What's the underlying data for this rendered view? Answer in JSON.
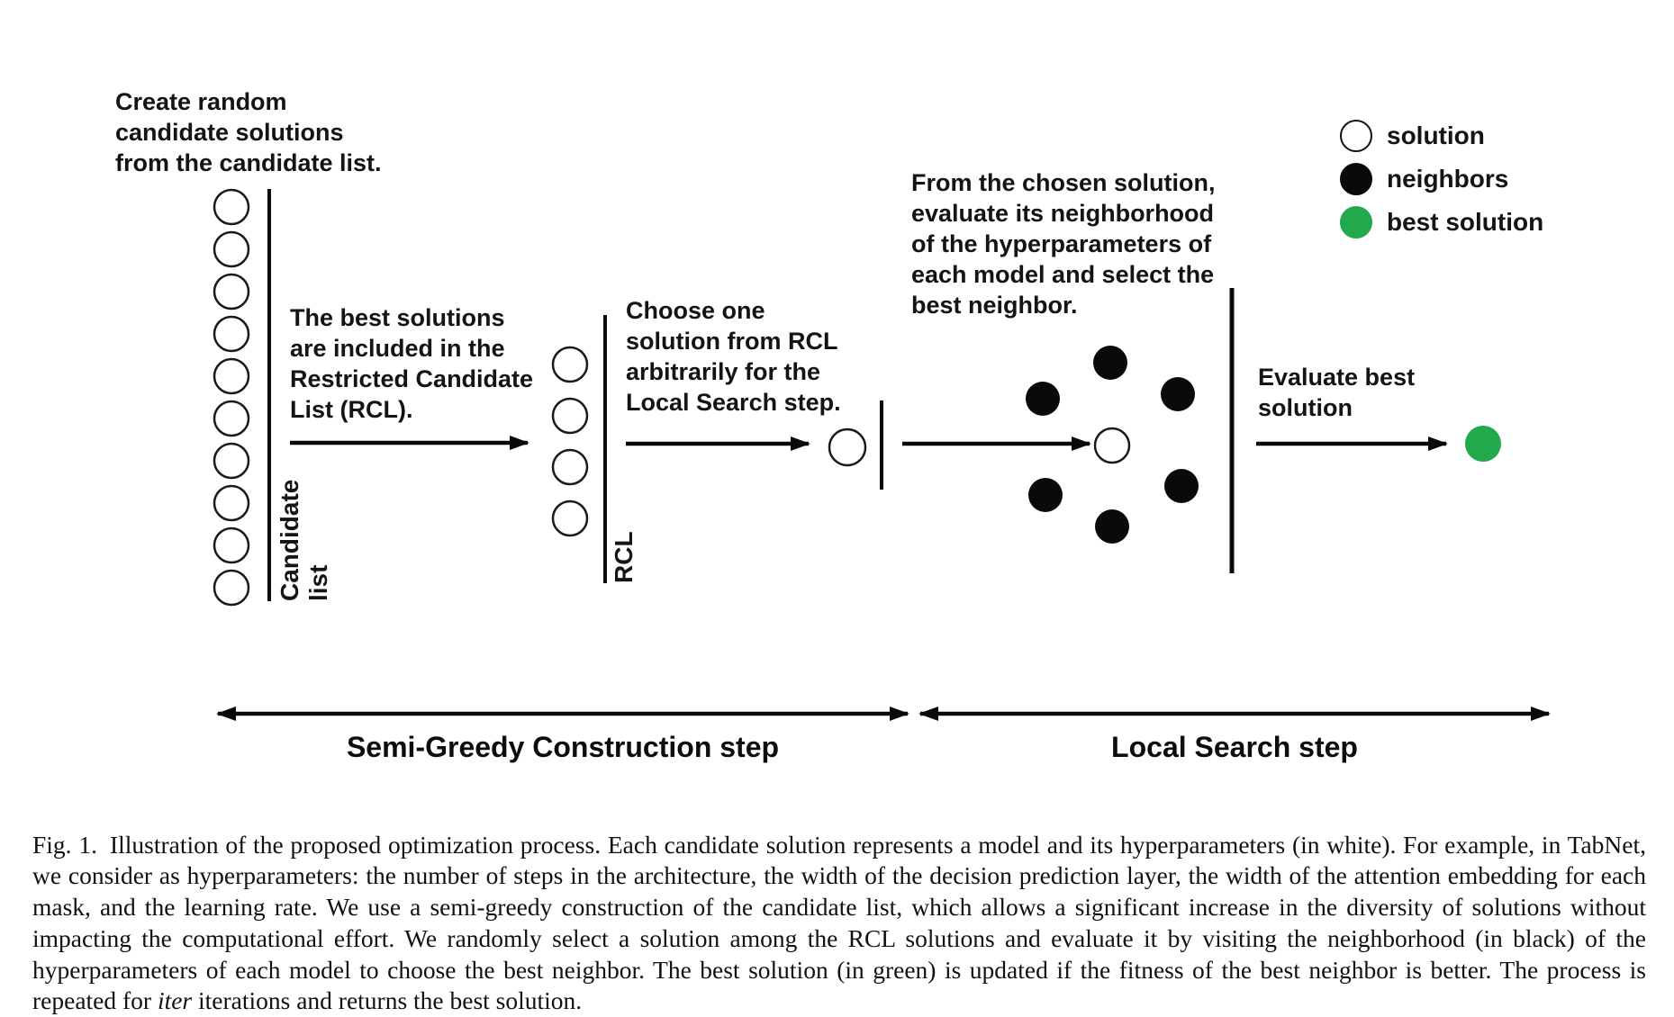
{
  "figure": {
    "annotations": {
      "create_random": "Create random\ncandidate solutions\nfrom the candidate list.",
      "best_solutions": "The best solutions\nare included in the\nRestricted Candidate\nList (RCL).",
      "choose_one": "Choose one\nsolution from RCL\narbitrarily for the\nLocal Search step.",
      "from_chosen": "From the chosen solution,\nevaluate its neighborhood\nof the hyperparameters of\neach model and select the\nbest neighbor.",
      "evaluate_best": "Evaluate best\nsolution",
      "candidate_list_label": "Candidate list",
      "rcl_label": "RCL"
    },
    "steps": {
      "semi_greedy": "Semi-Greedy Construction step",
      "local_search": "Local Search step"
    },
    "legend": {
      "items": [
        {
          "label": "solution",
          "color": "#ffffff"
        },
        {
          "label": "neighbors",
          "color": "#0a0a0a"
        },
        {
          "label": "best solution",
          "color": "#21a94c"
        }
      ]
    },
    "colors": {
      "ink": "#000000",
      "best_solution_green": "#21a94c"
    },
    "counts": {
      "candidate_circles": 10,
      "rcl_circles": 4,
      "neighbor_circles": 6
    }
  },
  "caption": {
    "fig_label": "Fig. 1.",
    "text_before_iter": "Illustration of the proposed optimization process. Each candidate solution represents a model and its hyperparameters (in white). For example, in TabNet, we consider as hyperparameters: the number of steps in the architecture, the width of the decision prediction layer, the width of the attention embedding for each mask, and the learning rate. We use a semi-greedy construction of the candidate list, which allows a significant increase in the diversity of solutions without impacting the computational effort. We randomly select a solution among the RCL solutions and evaluate it by visiting the neighborhood (in black) of the hyperparameters of each model to choose the best neighbor. The best solution (in green) is updated if the fitness of the best neighbor is better. The process is repeated for ",
    "iter_word": "iter",
    "text_after_iter": " iterations and returns the best solution."
  }
}
